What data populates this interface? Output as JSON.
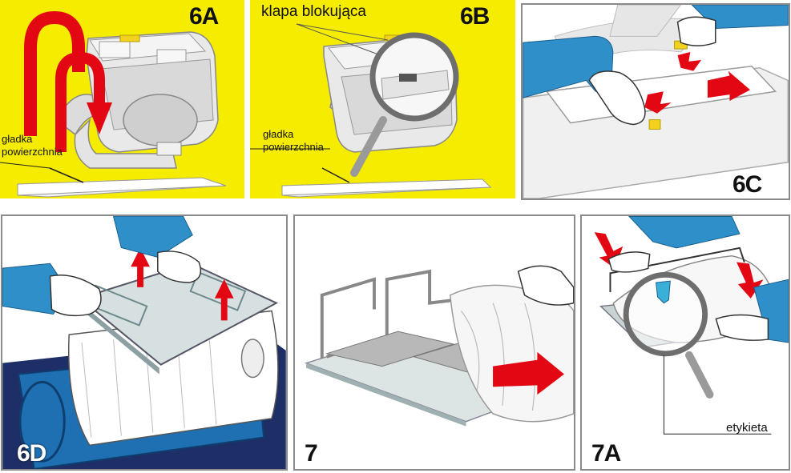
{
  "panels": {
    "p6a": {
      "label": "6A",
      "callout": "gładka powierzchnia"
    },
    "p6b": {
      "label": "6B",
      "callout_top": "klapa blokująca",
      "callout": "gładka powierzchnia"
    },
    "p6c": {
      "label": "6C"
    },
    "p6d": {
      "label": "6D"
    },
    "p7": {
      "label": "7"
    },
    "p7a": {
      "label": "7A",
      "callout": "etykieta"
    }
  },
  "colors": {
    "panel_yellow": "#f5ec00",
    "arrow_red": "#e30613",
    "sleeve_blue": "#2e8fc9",
    "track_blue": "#1f6fb3",
    "body_navy": "#1d2f66",
    "tab_yellow": "#f2d21f"
  }
}
